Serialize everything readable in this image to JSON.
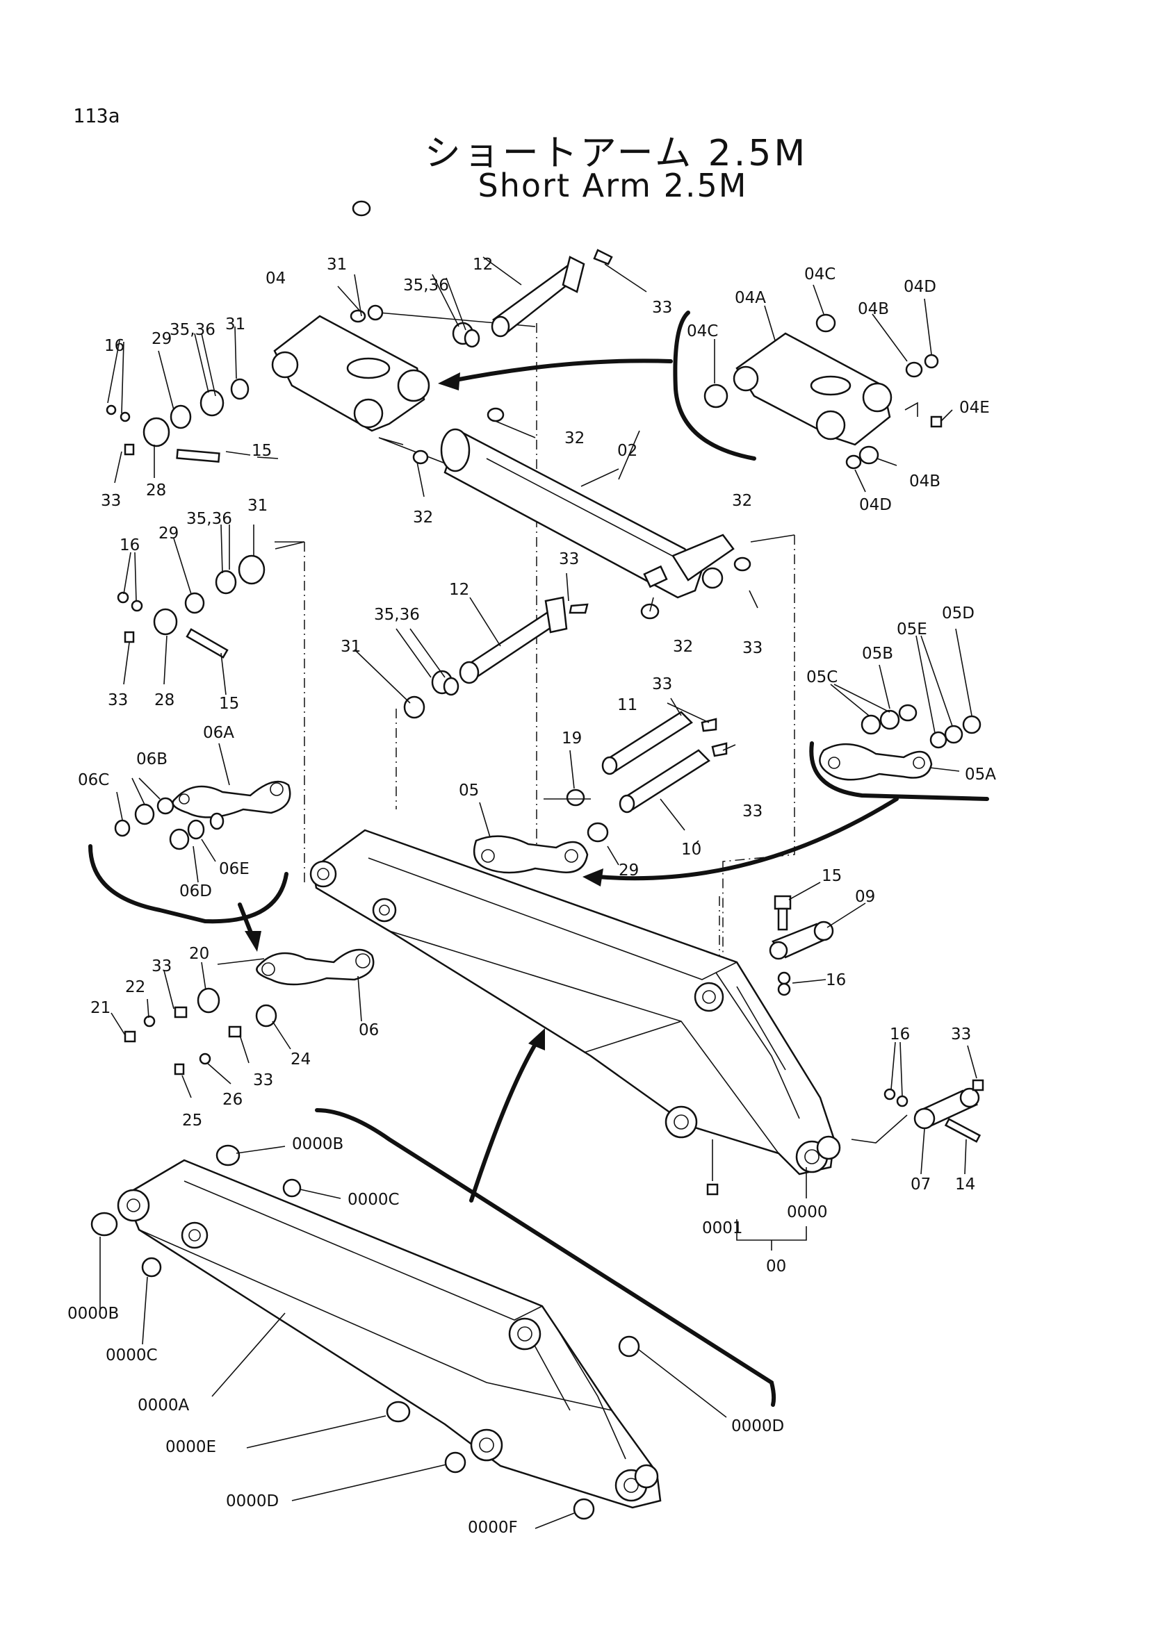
{
  "page_number": "113a",
  "title_jp": "ショートアーム 2.5M",
  "title_en": "Short Arm 2.5M",
  "labels": {
    "l04": "04",
    "l31a": "31",
    "l3536a": "35,36",
    "l12a": "12",
    "l33a": "33",
    "l16a": "16",
    "l29a": "29",
    "l3536b": "35,36",
    "l31b": "31",
    "l15a": "15",
    "l33b": "33",
    "l28a": "28",
    "l32a": "32",
    "l02": "02",
    "l32b": "32",
    "l04C1": "04C",
    "l04A": "04A",
    "l04C2": "04C",
    "l04B1": "04B",
    "l04D1": "04D",
    "l04E": "04E",
    "l04B2": "04B",
    "l04D2": "04D",
    "l16b": "16",
    "l29b": "29",
    "l3536c": "35,36",
    "l31c": "31",
    "l33c": "33",
    "l28b": "28",
    "l15b": "15",
    "l32c": "32",
    "l33d": "33",
    "l12b": "12",
    "l3536d": "35,36",
    "l31d": "31",
    "l32d": "32",
    "l33e": "33",
    "l05D": "05D",
    "l05E": "05E",
    "l05B": "05B",
    "l05C": "05C",
    "l05A": "05A",
    "l33f": "33",
    "l11": "11",
    "l19": "19",
    "l33g": "33",
    "l05": "05",
    "l10": "10",
    "l29c": "29",
    "l06A": "06A",
    "l06B": "06B",
    "l06C": "06C",
    "l06E": "06E",
    "l06D": "06D",
    "l20": "20",
    "l33h": "33",
    "l22": "22",
    "l21": "21",
    "l06": "06",
    "l24": "24",
    "l33i": "33",
    "l26": "26",
    "l25": "25",
    "l15c": "15",
    "l09": "09",
    "l16c": "16",
    "l16d": "16",
    "l33j": "33",
    "l07": "07",
    "l14": "14",
    "l0000": "0000",
    "l0001": "0001",
    "l00": "00",
    "l0000B1": "0000B",
    "l0000C1": "0000C",
    "l0000B2": "0000B",
    "l0000C2": "0000C",
    "l0000A": "0000A",
    "l0000D1": "0000D",
    "l0000E": "0000E",
    "l0000D2": "0000D",
    "l0000F": "0000F"
  }
}
